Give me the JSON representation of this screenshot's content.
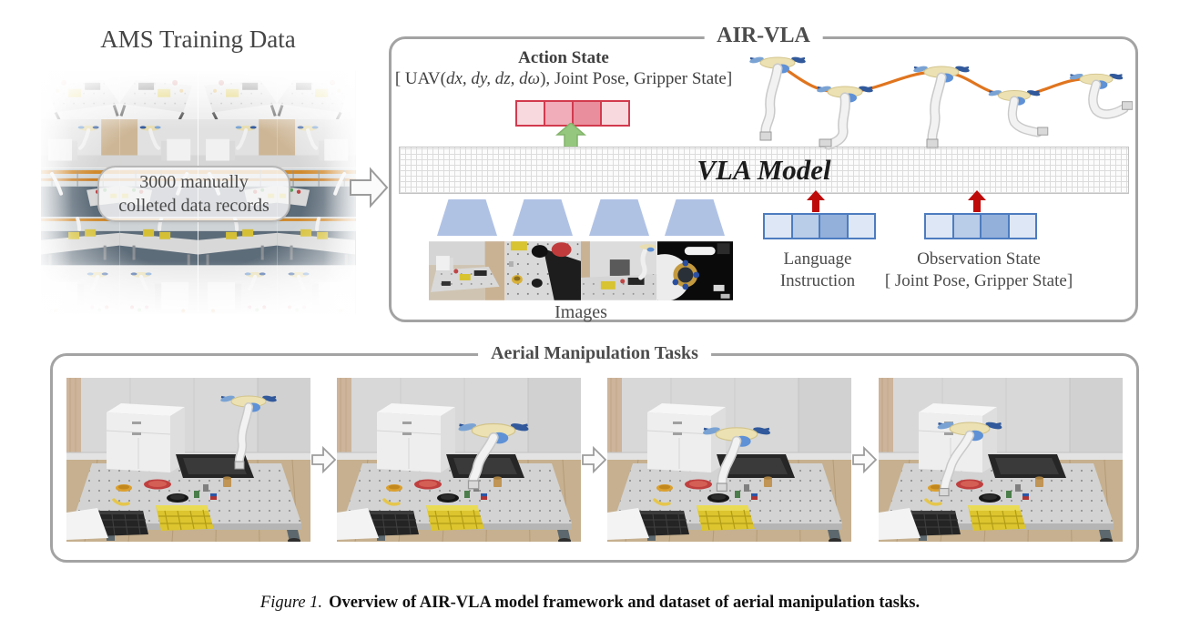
{
  "figure": {
    "caption_label": "Figure 1.",
    "caption_text": "Overview of AIR-VLA model framework and dataset of aerial manipulation tasks."
  },
  "training_data": {
    "title": "AMS Training Data",
    "overlay_line1": "3000 manually",
    "overlay_line2": "colleted data records",
    "grid": {
      "rows": 5,
      "cols": 4
    }
  },
  "air_vla": {
    "title": "AIR-VLA",
    "action_state": {
      "title": "Action State",
      "detail_prefix": "[ UAV(",
      "detail_italic": "dx, dy, dz, dω",
      "detail_suffix": "), Joint Pose, Gripper State]",
      "token_colors": [
        "#f8dade",
        "#f1adba",
        "#e98e9d",
        "#f8dade"
      ],
      "token_border": "#d23a4e"
    },
    "vla_model_label": "VLA Model",
    "images_label": "Images",
    "language_instruction": {
      "line1": "Language",
      "line2": "Instruction",
      "token_colors": [
        "#dde7f5",
        "#b9cce8",
        "#93b0da",
        "#dde7f5"
      ],
      "token_border": "#4d7cc0"
    },
    "observation_state": {
      "line1": "Observation State",
      "line2": "[ Joint Pose, Gripper State]",
      "token_colors": [
        "#dde7f5",
        "#b9cce8",
        "#93b0da",
        "#dde7f5"
      ],
      "token_border": "#4d7cc0"
    },
    "accent_colors": {
      "green_arrow": "#95c87e",
      "red_arrow": "#bf0a0a",
      "trajectory_orange": "#e0751f",
      "encoder_blue": "#b0c2e4"
    }
  },
  "tasks": {
    "title": "Aerial Manipulation Tasks",
    "panel_count": 4,
    "panel_names": [
      "uav-approaching-table",
      "uav-descending-to-table",
      "uav-manipulating-at-table",
      "uav-placing-near-basket"
    ]
  }
}
